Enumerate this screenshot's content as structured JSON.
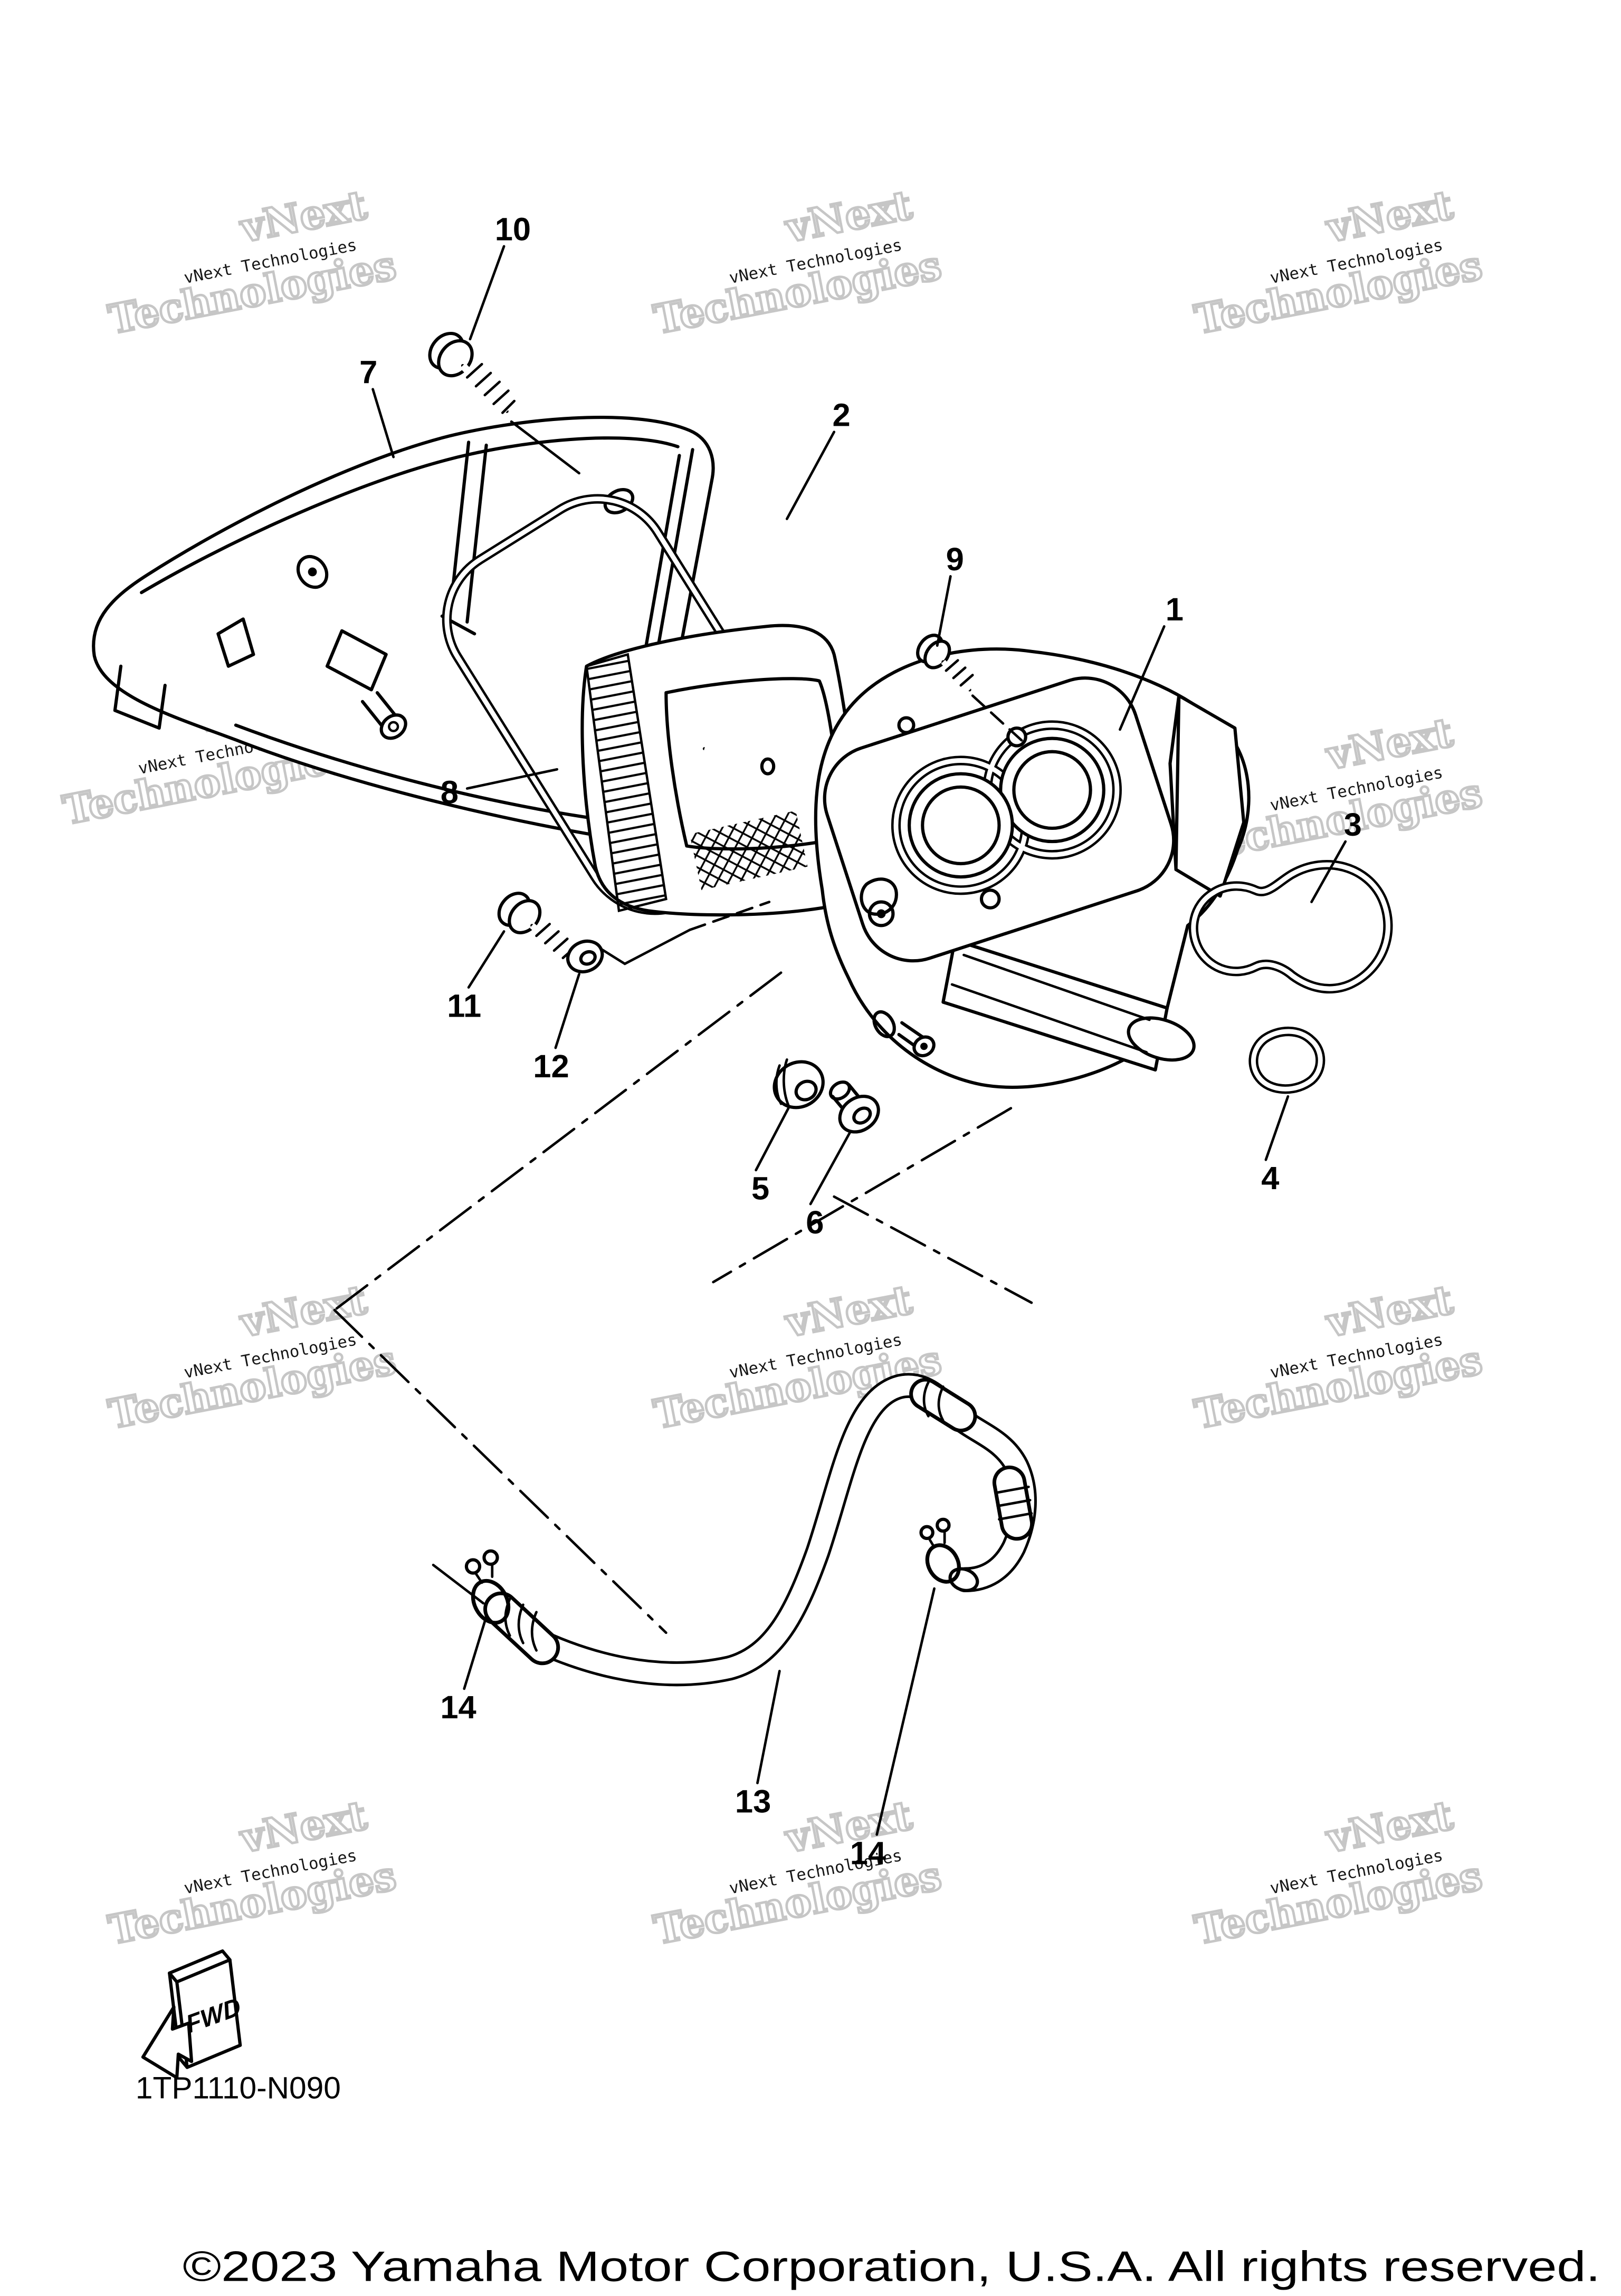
{
  "diagram": {
    "part_code": "1TP1110-N090",
    "copyright": "©2023 Yamaha Motor Corporation, U.S.A. All rights reserved.",
    "fwd_label": "FWD",
    "watermark": {
      "small": "vNext Technologies",
      "big1": "vNext",
      "big2": "Technologies"
    },
    "callouts": [
      {
        "label": "1"
      },
      {
        "label": "2"
      },
      {
        "label": "3"
      },
      {
        "label": "4"
      },
      {
        "label": "5"
      },
      {
        "label": "6"
      },
      {
        "label": "7"
      },
      {
        "label": "8"
      },
      {
        "label": "9"
      },
      {
        "label": "10"
      },
      {
        "label": "11"
      },
      {
        "label": "12"
      },
      {
        "label": "13"
      },
      {
        "label": "14"
      },
      {
        "label": "14"
      }
    ]
  }
}
